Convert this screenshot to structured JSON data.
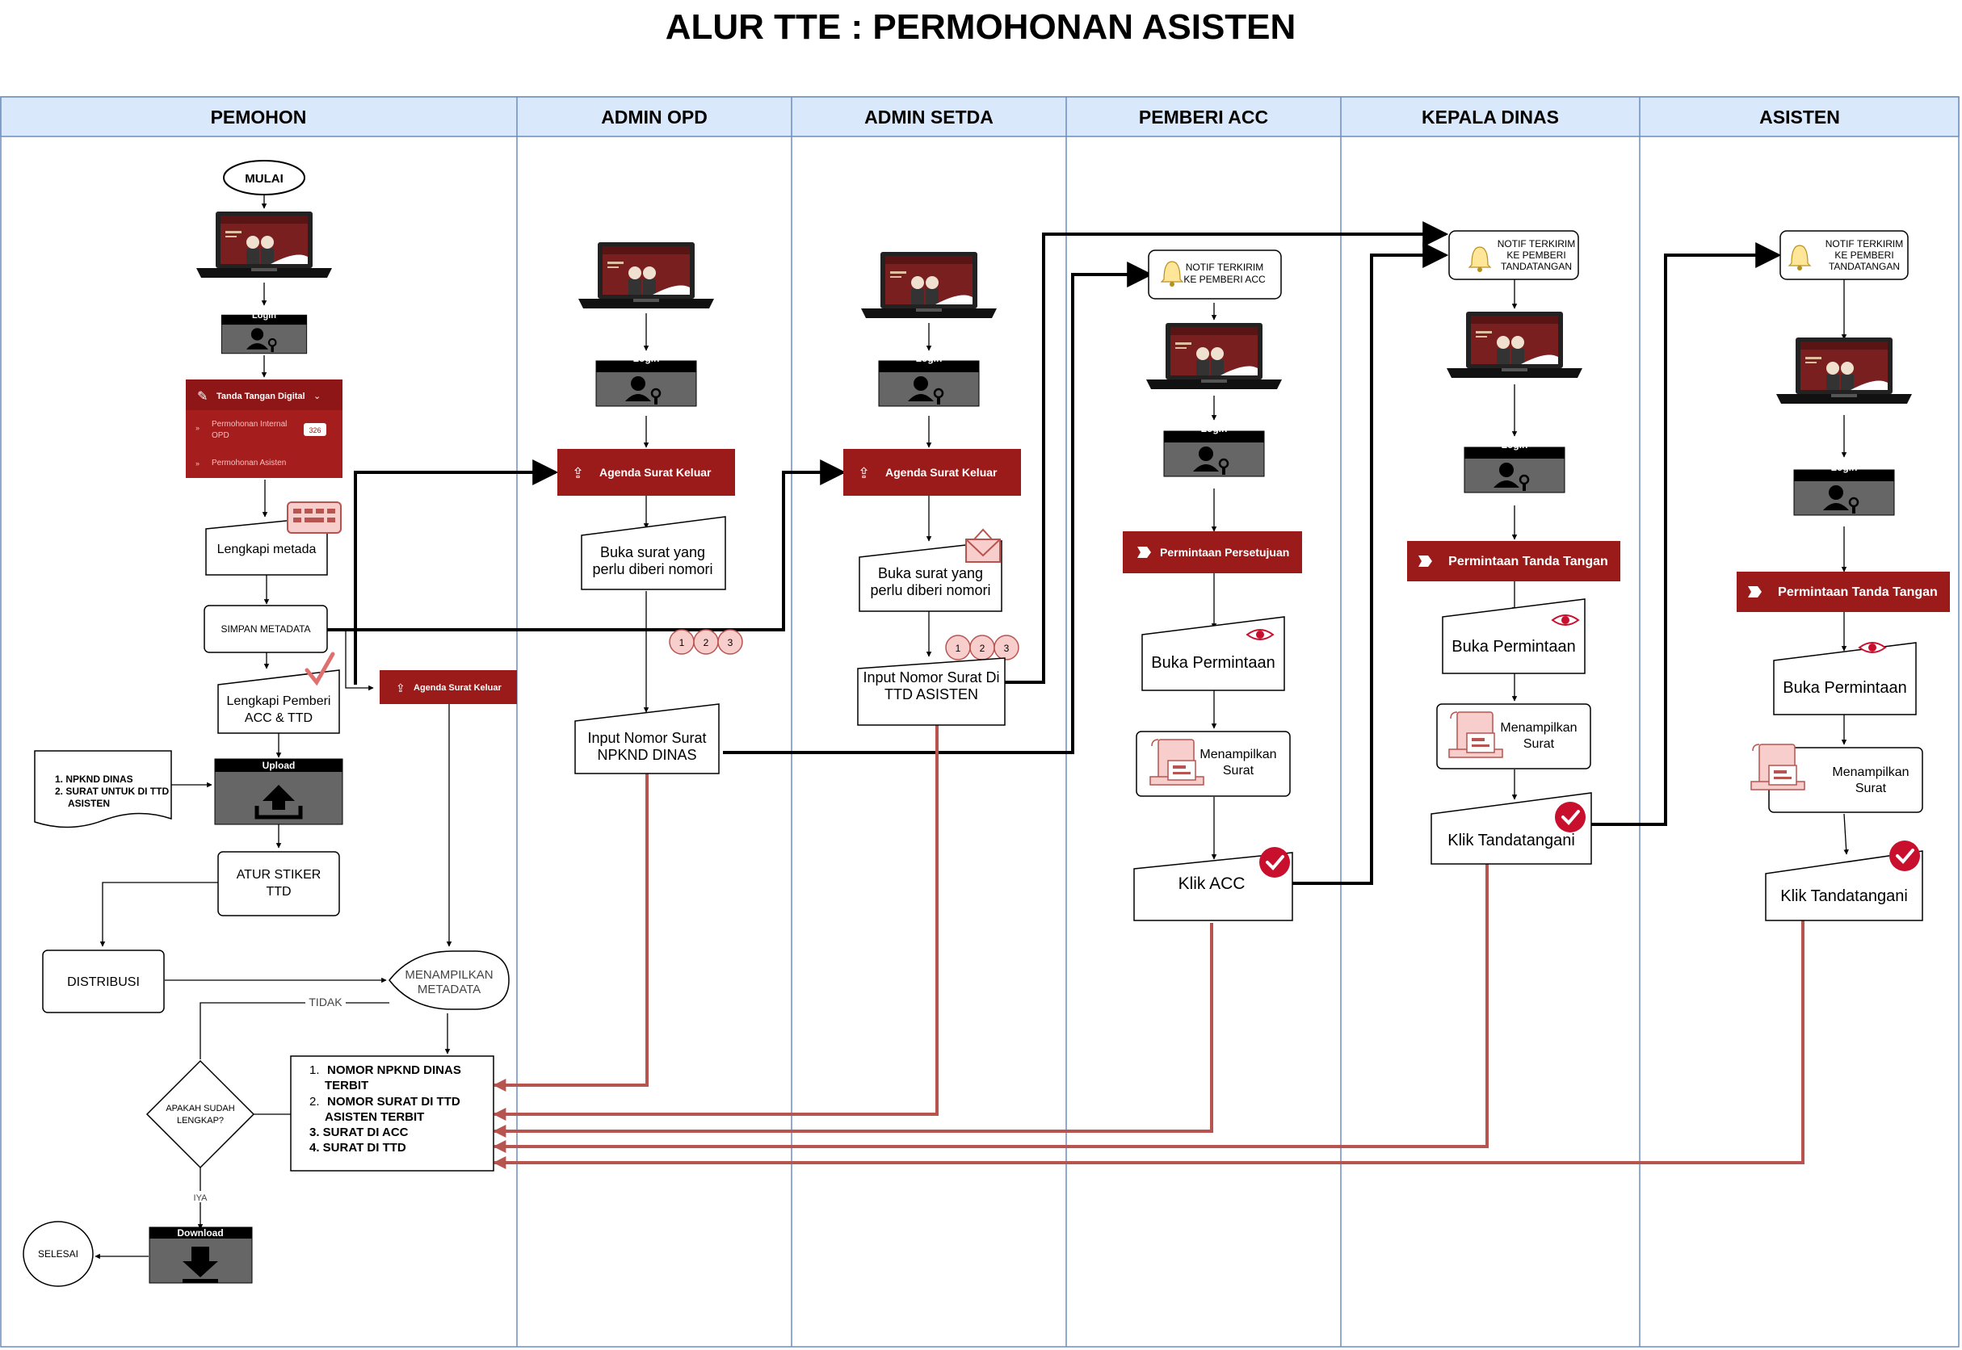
{
  "title": "ALUR TTE : PERMOHONAN ASISTEN",
  "lanes": [
    "PEMOHON",
    "ADMIN OPD",
    "ADMIN SETDA",
    "PEMBERI ACC",
    "KEPALA DINAS",
    "ASISTEN"
  ],
  "common": {
    "login": "Login",
    "upload": "Upload",
    "download": "Download",
    "agenda_surat_keluar": "Agenda Surat Keluar",
    "buka_permintaan": "Buka Permintaan",
    "menampilkan": "Menampilkan",
    "surat": "Surat",
    "klik_tandatangani": "Klik Tandatangani",
    "permintaan_tanda_tangan": "Permintaan Tanda Tangan",
    "notif_line1": "NOTIF TERKIRIM",
    "notif_line2": "KE PEMBERI",
    "notif_line3": "TANDATANGAN",
    "buka_surat_line1": "Buka surat yang",
    "buka_surat_line2": "perlu diberi nomori"
  },
  "pemohon": {
    "mulai": "MULAI",
    "menu_title": "Tanda Tangan Digital",
    "menu_item1_line1": "Permohonan Internal",
    "menu_item1_line2": "OPD",
    "menu_badge": "326",
    "menu_item2": "Permohonan Asisten",
    "lengkapi_metada": "Lengkapi metada",
    "simpan_metadata": "SIMPAN METADATA",
    "lengkapi_pemberi_line1": "Lengkapi Pemberi",
    "lengkapi_pemberi_line2": "ACC & TTD",
    "doc_item1": "1.  NPKND DINAS",
    "doc_item2": "2.  SURAT UNTUK DI TTD",
    "doc_item2b": "ASISTEN",
    "atur_stiker_line1": "ATUR STIKER",
    "atur_stiker_line2": "TTD",
    "distribusi": "DISTRIBUSI",
    "menampilkan_line1": "MENAMPILKAN",
    "menampilkan_line2": "METADATA",
    "tidak": "TIDAK",
    "apakah_line1": "APAKAH SUDAH",
    "apakah_line2": "LENGKAP?",
    "iya": "IYA",
    "selesai": "SELESAI",
    "result_item1_num": "1.",
    "result_item1": "NOMOR NPKND DINAS",
    "result_item1b": "TERBIT",
    "result_item2_num": "2.",
    "result_item2": "NOMOR  SURAT DI TTD",
    "result_item2b": "ASISTEN TERBIT",
    "result_item3": "3. SURAT DI ACC",
    "result_item4": "4. SURAT DI TTD"
  },
  "admin_opd": {
    "input_line1": "Input Nomor Surat",
    "input_line2": "NPKND DINAS"
  },
  "admin_setda": {
    "input_line1": "Input Nomor Surat Di",
    "input_line2": "TTD ASISTEN"
  },
  "pemberi_acc": {
    "notif_line1": "NOTIF TERKIRIM",
    "notif_line2": "KE PEMBERI ACC",
    "permintaan_persetujuan": "Permintaan Persetujuan",
    "klik_acc": "Klik ACC"
  },
  "steps": [
    "1",
    "2",
    "3"
  ],
  "colors": {
    "lane_header": "#dae8fc",
    "lane_border": "#6c8ebf",
    "dark_red": "#9b1b1b",
    "flow_red": "#b85450",
    "step_fill": "#f8cecc"
  }
}
